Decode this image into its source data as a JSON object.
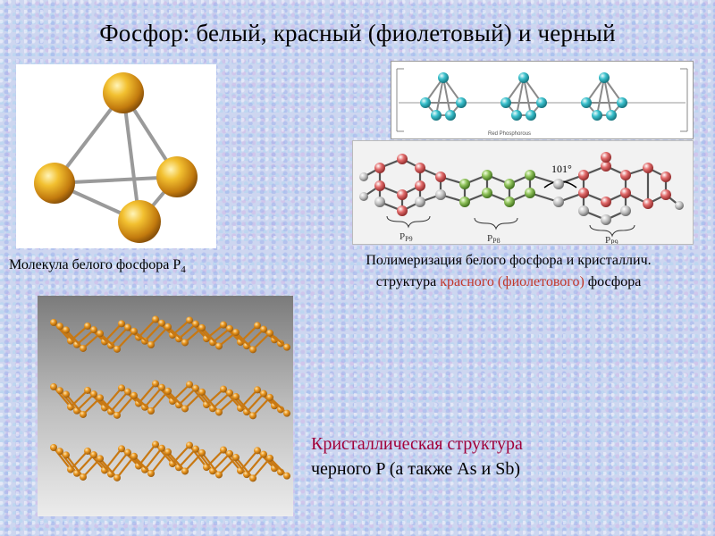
{
  "title": "Фосфор: белый, красный (фиолетовый) и черный",
  "white": {
    "caption": "Молекула белого фосфора P",
    "subscript": "4"
  },
  "red": {
    "image_label": "Red Phosphorous",
    "caption_line1": "Полимеризация белого фосфора и кристаллич.",
    "caption_line2_prefix": "структура ",
    "caption_line2_highlight": "красного (фиолетового)",
    "caption_line2_suffix": " фосфора",
    "angle_label": "101°",
    "group_labels": [
      "P9",
      "P8",
      "P9"
    ]
  },
  "black": {
    "caption_line1": "Кристаллическая структура",
    "caption_line2_prefix": "черного ",
    "caption_line2_suffix": "P (а также As и Sb)"
  },
  "colors": {
    "atom_gold": "#e7a21e",
    "atom_cyan": "#39c0cc",
    "atom_red": "#c94a4a",
    "atom_green": "#7fb24a",
    "atom_orange": "#e8951f",
    "highlight": "#c0392b",
    "black_caption": "#a0003a"
  }
}
